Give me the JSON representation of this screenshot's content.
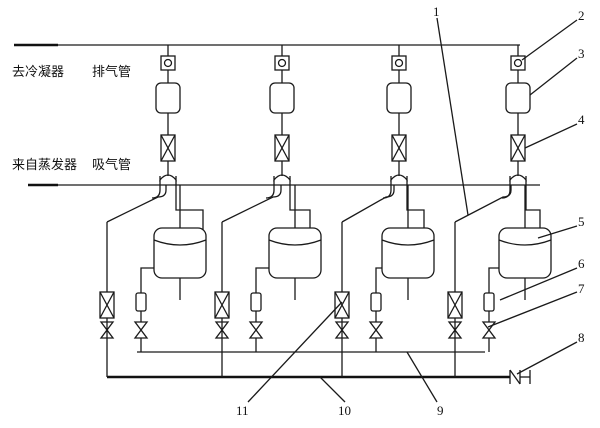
{
  "labels": {
    "to_condenser": "去冷凝器",
    "exhaust_pipe": "排气管",
    "from_evaporator": "来自蒸发器",
    "suction_pipe": "吸气管"
  },
  "callouts": [
    "1",
    "2",
    "3",
    "4",
    "5",
    "6",
    "7",
    "8",
    "9",
    "10",
    "11"
  ]
}
